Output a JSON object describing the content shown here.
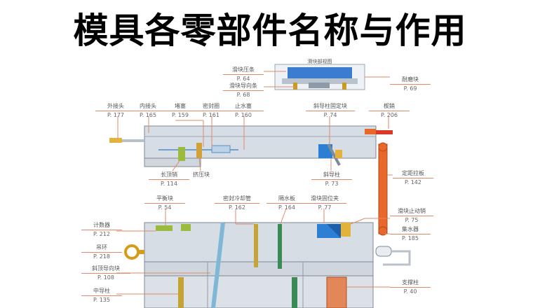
{
  "title": "模具各零部件名称与作用",
  "inset": {
    "label": "滑块部视图"
  },
  "callouts": [
    {
      "id": "slide-press-bar",
      "name": "滑块压条",
      "page": "P. 64"
    },
    {
      "id": "slide-guide-bar",
      "name": "滑块导向条",
      "page": "P. 68"
    },
    {
      "id": "wear-block",
      "name": "耐磨块",
      "page": "P. 69"
    },
    {
      "id": "ext-connector",
      "name": "外接头",
      "page": "P. 177"
    },
    {
      "id": "int-connector",
      "name": "内接头",
      "page": "P. 165"
    },
    {
      "id": "plug",
      "name": "堵塞",
      "page": "P. 159"
    },
    {
      "id": "seal-ring",
      "name": "密封圈",
      "page": "P. 161"
    },
    {
      "id": "water-stop",
      "name": "止水塞",
      "page": "P. 160"
    },
    {
      "id": "angle-pin-block",
      "name": "斜导柱固定块",
      "page": "P. 74"
    },
    {
      "id": "wedge",
      "name": "楔銷",
      "page": "P. 206"
    },
    {
      "id": "long-pin",
      "name": "长顶销",
      "page": "P. 114"
    },
    {
      "id": "squeeze-block",
      "name": "挤压块",
      "page": ""
    },
    {
      "id": "angle-pin",
      "name": "斜导柱",
      "page": "P. 73"
    },
    {
      "id": "distance-rod",
      "name": "定距拉板",
      "page": "P. 142"
    },
    {
      "id": "balance-block",
      "name": "平衡块",
      "page": "P. 54"
    },
    {
      "id": "sealed-cooling-tube",
      "name": "密封冷却管",
      "page": "P. 162"
    },
    {
      "id": "baffle-plate",
      "name": "隔水板",
      "page": "P. 164"
    },
    {
      "id": "slide-clamp",
      "name": "滑块固位夹",
      "page": "P. 77"
    },
    {
      "id": "counter",
      "name": "计数器",
      "page": "P. 212"
    },
    {
      "id": "slide-stop-pin",
      "name": "滑块止动销",
      "page": "P. 75"
    },
    {
      "id": "water-collector",
      "name": "集水器",
      "page": "P. 185"
    },
    {
      "id": "lifting-ring",
      "name": "吊环",
      "page": "P. 218"
    },
    {
      "id": "angle-lifter-guide",
      "name": "斜顶导向块",
      "page": "P. 108"
    },
    {
      "id": "middle-guide-pin",
      "name": "中导柱",
      "page": "P. 135"
    },
    {
      "id": "support-pillar",
      "name": "支撑柱",
      "page": "P. 40"
    }
  ],
  "colors": {
    "plate": "#d7dde4",
    "plate_edge": "#7c8896",
    "label_border": "#e28a6a",
    "accent_orange": "#e8672b",
    "slide_blue": "#2d7fd3"
  }
}
